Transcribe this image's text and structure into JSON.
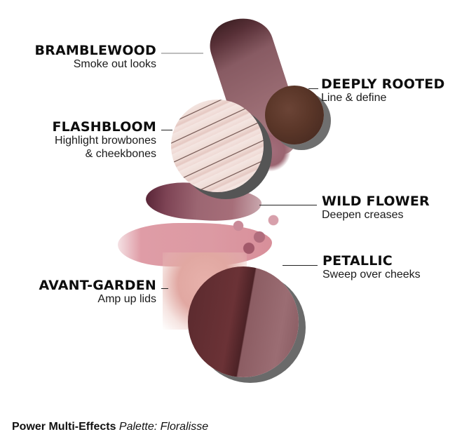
{
  "labels": {
    "bramblewood": {
      "name": "BRAMBLEWOOD",
      "desc": "Smoke out looks"
    },
    "deeply_rooted": {
      "name": "DEEPLY ROOTED",
      "desc": "Line & define"
    },
    "flashbloom": {
      "name": "FLASHBLOOM",
      "desc_line1": "Highlight browbones",
      "desc_line2": "& cheekbones"
    },
    "wild_flower": {
      "name": "WILD FLOWER",
      "desc": "Deepen creases"
    },
    "petallic": {
      "name": "PETALLIC",
      "desc": "Sweep over cheeks"
    },
    "avant_garden": {
      "name": "AVANT-GARDEN",
      "desc": "Amp up lids"
    }
  },
  "footer": {
    "product": "Power Multi-Effects",
    "palette": "Palette: Floralisse"
  },
  "colors": {
    "bramblewood": "#8a5a63",
    "deeply_rooted": "#5a3628",
    "flashbloom": "#efdcd6",
    "wild_flower": "#9c6672",
    "petallic": "#dc9aa3",
    "avant_garden": "#e1a8a2"
  }
}
